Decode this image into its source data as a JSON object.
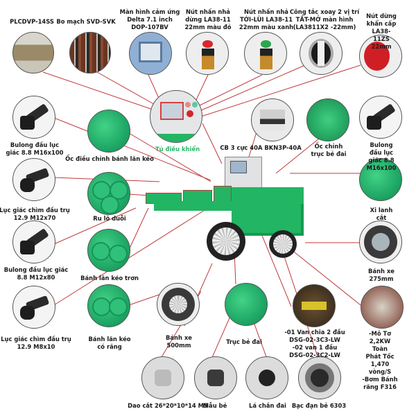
{
  "diagram": {
    "title": "Máy bẻ đai sắt - chi tiết linh kiện",
    "line_color": "#c0393b",
    "accent_green": "#2fb36a",
    "components": [
      {
        "id": "plc",
        "label": "PLCDVP-14SS"
      },
      {
        "id": "board",
        "label": "Bo mạch SVD-SVK"
      },
      {
        "id": "hmi",
        "label": "Màn hình cảm ứng\nDelta 7.1 inch\nDOP-107BV"
      },
      {
        "id": "btn-red",
        "label": "Nút nhấn nhả\ndừng LA38-11\n22mm màu đỏ"
      },
      {
        "id": "btn-green",
        "label": "Nút nhấn nhả\nTỚI-LÙI LA38-11\n22mm màu xanh"
      },
      {
        "id": "rotary",
        "label": "Công tắc xoay 2 vị trí\nTẮT-MỞ màn hình\n(LA3811X2 -22mm)"
      },
      {
        "id": "estop",
        "label": "Nút dừng khẩn cấp\nLA38-11ZS 22mm"
      },
      {
        "id": "bolt-tl",
        "label": "Bulong đầu lục\ngiác 8.8 M16x100"
      },
      {
        "id": "adjust-nut",
        "label": "Ốc điều chỉnh bánh lăn kéo"
      },
      {
        "id": "control-cabinet",
        "label": "Tủ điều khiển"
      },
      {
        "id": "cb",
        "label": "CB 3 cực 40A BKN3P-40A"
      },
      {
        "id": "shaft-nut",
        "label": "Ốc chỉnh\ntrục bẻ đai"
      },
      {
        "id": "bolt-tr",
        "label": "Bulong đầu lục\ngiác 8.8 M16x100"
      },
      {
        "id": "socket-m12",
        "label": "Lục giác chìm đầu trụ\n12.9 M12x70"
      },
      {
        "id": "straightener",
        "label": "Ru lô duỗi"
      },
      {
        "id": "cylinder",
        "label": "Xi lanh cắt"
      },
      {
        "id": "bolt-m12",
        "label": "Bulong đầu lục giác\n8.8 M12x80"
      },
      {
        "id": "smooth-roller",
        "label": "Bánh lăn kéo trơn"
      },
      {
        "id": "wheel-275",
        "label": "Bánh xe\n275mm"
      },
      {
        "id": "socket-m8",
        "label": "Lục giác chìm đầu trụ\n12.9 M8x10"
      },
      {
        "id": "toothed-roller",
        "label": "Bánh lăn kéo\ncó răng"
      },
      {
        "id": "wheel-500",
        "label": "Bánh xe\n500mm"
      },
      {
        "id": "bend-shaft",
        "label": "Trục bẻ đai"
      },
      {
        "id": "valves",
        "label": "-01 Van chia 2 đầu\nDSG-02-3C3-LW\n-02 van 1 đầu\nDSG-02-3C2-LW"
      },
      {
        "id": "motor",
        "label": "-Mô Tơ  2,2KW Toàn\nPhát Tốc 1,470 vòng/S\n-Bơm Bánh răng F316"
      },
      {
        "id": "blade",
        "label": "Dao cắt 26*20*10*14 M5"
      },
      {
        "id": "bend-die",
        "label": "Mẫu bẻ"
      },
      {
        "id": "guard-plate",
        "label": "Lá chắn đai"
      },
      {
        "id": "bearing",
        "label": "Bạc đạn bẻ 6303"
      }
    ]
  }
}
